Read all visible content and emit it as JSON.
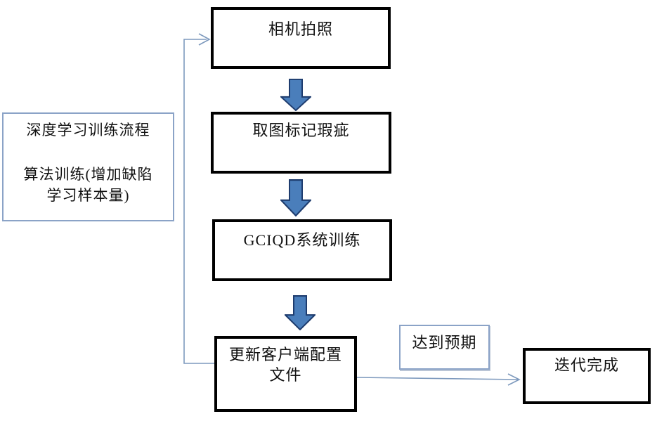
{
  "diagram": {
    "type": "flowchart",
    "nodes": {
      "camera": {
        "label": "相机拍照"
      },
      "mark": {
        "label": "取图标记瑕疵"
      },
      "train": {
        "label": "GCIQD系统训练"
      },
      "update": {
        "line1": "更新客户端配置",
        "line2": "文件"
      },
      "note": {
        "line1": "深度学习训练流程",
        "line2": "算法训练(增加缺陷",
        "line3": "学习样本量)"
      },
      "expect": {
        "label": "达到预期"
      },
      "done": {
        "label": "迭代完成"
      }
    },
    "edges": [
      {
        "from": "camera",
        "to": "mark",
        "style": "block-arrow-down"
      },
      {
        "from": "mark",
        "to": "train",
        "style": "block-arrow-down"
      },
      {
        "from": "train",
        "to": "update",
        "style": "block-arrow-down"
      },
      {
        "from": "update",
        "to": "camera",
        "style": "line-arrow-feedback-left"
      },
      {
        "from": "update",
        "to": "done",
        "style": "line-arrow-right",
        "label_node": "expect"
      }
    ],
    "colors": {
      "block_arrow_fill": "#4a7ebb",
      "block_arrow_stroke": "#1e3c6e",
      "connector": "#7d99bd",
      "box_border_strong": "#000000",
      "box_border_light": "#8ba3c7",
      "background": "#ffffff",
      "text": "#111111"
    }
  }
}
